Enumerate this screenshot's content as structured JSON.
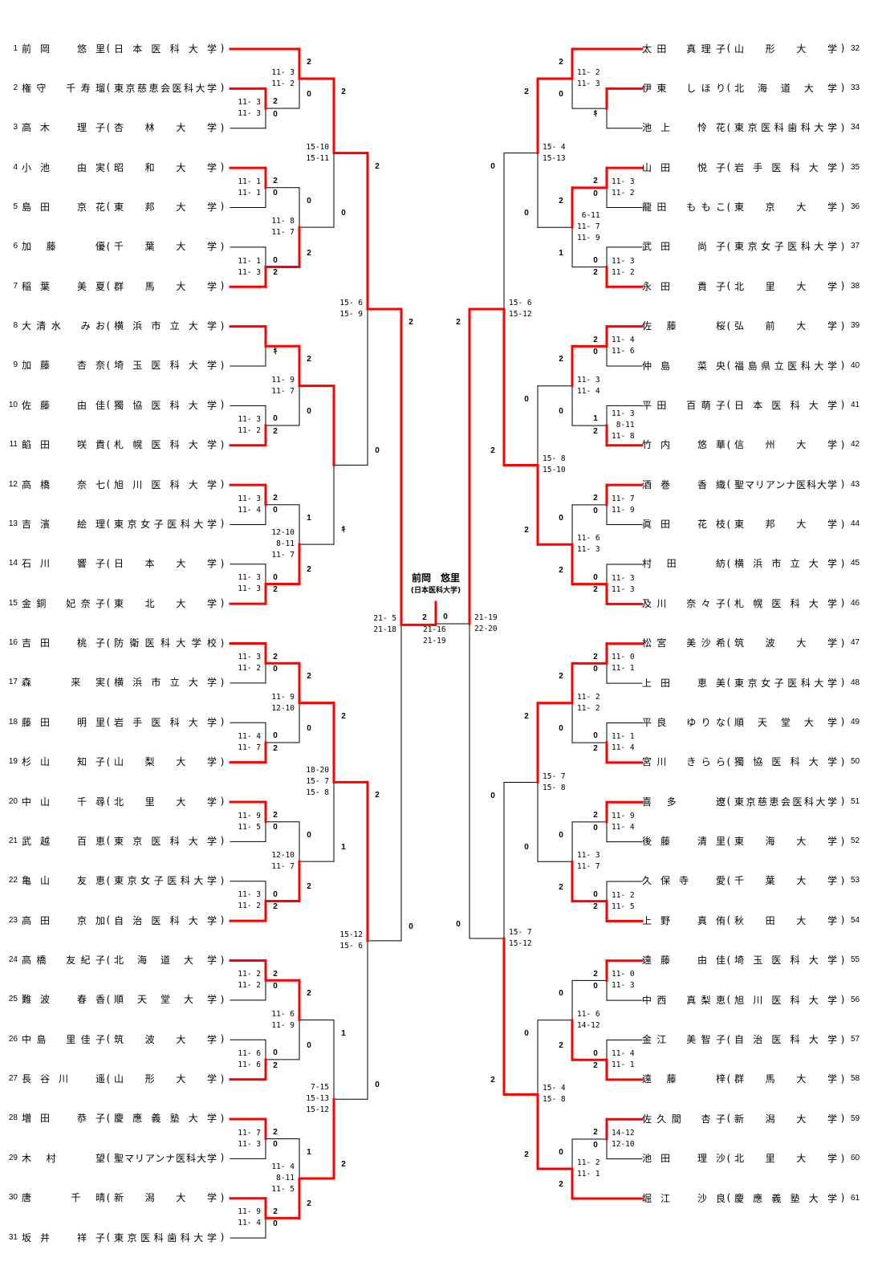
{
  "players": [
    {
      "no": "1",
      "name": "前岡　悠里",
      "univ": "日本医科大学"
    },
    {
      "no": "2",
      "name": "権守　千寿瑠",
      "univ": "東京慈恵会医科大学"
    },
    {
      "no": "3",
      "name": "高木　理子",
      "univ": "杏林大学"
    },
    {
      "no": "4",
      "name": "小池　由実",
      "univ": "昭和大学"
    },
    {
      "no": "5",
      "name": "島田　京花",
      "univ": "東邦大学"
    },
    {
      "no": "6",
      "name": "加藤　優",
      "univ": "千葉大学"
    },
    {
      "no": "7",
      "name": "稲葉　美夏",
      "univ": "群馬大学"
    },
    {
      "no": "8",
      "name": "大清水　みお",
      "univ": "横浜市立大学"
    },
    {
      "no": "9",
      "name": "加藤　杏奈",
      "univ": "埼玉医科大学"
    },
    {
      "no": "10",
      "name": "佐藤　由佳",
      "univ": "獨協医科大学"
    },
    {
      "no": "11",
      "name": "餡田　咲貴",
      "univ": "札幌医科大学"
    },
    {
      "no": "12",
      "name": "高橋　奈七",
      "univ": "旭川医科大学"
    },
    {
      "no": "13",
      "name": "吉濱　絵理",
      "univ": "東京女子医科大学"
    },
    {
      "no": "14",
      "name": "石川　響子",
      "univ": "日本大学"
    },
    {
      "no": "15",
      "name": "金銅　妃奈子",
      "univ": "東北大学"
    },
    {
      "no": "16",
      "name": "吉田　桃子",
      "univ": "防衛医科大学校"
    },
    {
      "no": "17",
      "name": "森　来実",
      "univ": "横浜市立大学"
    },
    {
      "no": "18",
      "name": "藤田　明里",
      "univ": "岩手医科大学"
    },
    {
      "no": "19",
      "name": "杉山　知子",
      "univ": "山梨大学"
    },
    {
      "no": "20",
      "name": "中山　千尋",
      "univ": "北里大学"
    },
    {
      "no": "21",
      "name": "武越　百恵",
      "univ": "東京医科大学"
    },
    {
      "no": "22",
      "name": "亀山　友恵",
      "univ": "東京女子医科大学"
    },
    {
      "no": "23",
      "name": "高田　京加",
      "univ": "自治医科大学"
    },
    {
      "no": "24",
      "name": "高橋　友紀子",
      "univ": "北海道大学"
    },
    {
      "no": "25",
      "name": "難波　春香",
      "univ": "順天堂大学"
    },
    {
      "no": "26",
      "name": "中島　里佳子",
      "univ": "筑波大学"
    },
    {
      "no": "27",
      "name": "長谷川　遥",
      "univ": "山形大学"
    },
    {
      "no": "28",
      "name": "増田　恭子",
      "univ": "慶應義塾大学"
    },
    {
      "no": "29",
      "name": "木村　望",
      "univ": "聖マリアンナ医科大学"
    },
    {
      "no": "30",
      "name": "唐　千晴",
      "univ": "新潟大学"
    },
    {
      "no": "31",
      "name": "坂井　祥子",
      "univ": "東京医科歯科大学"
    },
    {
      "no": "32",
      "name": "太田　真理子",
      "univ": "山形大学"
    },
    {
      "no": "33",
      "name": "伊東　しほり",
      "univ": "北海道大学"
    },
    {
      "no": "34",
      "name": "池上　怜花",
      "univ": "東京医科歯科大学"
    },
    {
      "no": "35",
      "name": "山田　悦子",
      "univ": "岩手医科大学"
    },
    {
      "no": "36",
      "name": "龍田　ももこ",
      "univ": "東京大学"
    },
    {
      "no": "37",
      "name": "武田　尚子",
      "univ": "東京女子医科大学"
    },
    {
      "no": "38",
      "name": "永田　貴子",
      "univ": "北里大学"
    },
    {
      "no": "39",
      "name": "佐藤　桜",
      "univ": "弘前大学"
    },
    {
      "no": "40",
      "name": "仲島　菜央",
      "univ": "福島県立医科大学"
    },
    {
      "no": "41",
      "name": "平田　百萌子",
      "univ": "日本医科大学"
    },
    {
      "no": "42",
      "name": "竹内　悠華",
      "univ": "信州大学"
    },
    {
      "no": "43",
      "name": "酒巻　香織",
      "univ": "聖マリアンナ医科大学"
    },
    {
      "no": "44",
      "name": "眞田　花枝",
      "univ": "東邦大学"
    },
    {
      "no": "45",
      "name": "村田　紡",
      "univ": "横浜市立大学"
    },
    {
      "no": "46",
      "name": "及川　奈々子",
      "univ": "札幌医科大学"
    },
    {
      "no": "47",
      "name": "松宮　美沙希",
      "univ": "筑波大学"
    },
    {
      "no": "48",
      "name": "上田　恵美",
      "univ": "東京女子医科大学"
    },
    {
      "no": "49",
      "name": "平良　ゆりな",
      "univ": "順天堂大学"
    },
    {
      "no": "50",
      "name": "宮川　きらら",
      "univ": "獨協医科大学"
    },
    {
      "no": "51",
      "name": "喜多　遼",
      "univ": "東京慈恵会医科大学"
    },
    {
      "no": "52",
      "name": "後藤　清里",
      "univ": "東海大学"
    },
    {
      "no": "53",
      "name": "久保寺　愛",
      "univ": "千葉大学"
    },
    {
      "no": "54",
      "name": "上野　真侑",
      "univ": "秋田大学"
    },
    {
      "no": "55",
      "name": "遠藤　由佳",
      "univ": "埼玉医科大学"
    },
    {
      "no": "56",
      "name": "中西　真梨恵",
      "univ": "旭川医科大学"
    },
    {
      "no": "57",
      "name": "金江　美智子",
      "univ": "自治医科大学"
    },
    {
      "no": "58",
      "name": "遠藤　梓",
      "univ": "群馬大学"
    },
    {
      "no": "59",
      "name": "佐久間　杏子",
      "univ": "新潟大学"
    },
    {
      "no": "60",
      "name": "池田　理沙",
      "univ": "北里大学"
    },
    {
      "no": "61",
      "name": "堀江　沙良",
      "univ": "慶應義塾大学"
    }
  ],
  "colors": {
    "winner": "#ff0000",
    "loser": "#000000"
  },
  "bracket": {
    "left": {
      "w": "a",
      "sa": "2",
      "sb": "0",
      "sets": [
        "21- 5",
        "21-18"
      ],
      "a": {
        "w": "a",
        "sa": "2",
        "sb": "0",
        "sets": [
          "15- 6",
          "15- 9"
        ],
        "a": {
          "w": "a",
          "sa": "2",
          "sb": "0",
          "sets": [
            "15-10",
            "15-11"
          ],
          "a": {
            "a": 1,
            "b": {
              "a": 2,
              "b": 3,
              "w": "a",
              "sa": "2",
              "sb": "0",
              "sets": [
                "11- 3",
                "11- 3"
              ]
            },
            "w": "a",
            "sa": "2",
            "sb": "0",
            "sets": [
              "11- 3",
              "11- 2"
            ]
          },
          "b": {
            "a": {
              "a": 4,
              "b": 5,
              "w": "a",
              "sa": "2",
              "sb": "0",
              "sets": [
                "11- 1",
                "11- 1"
              ]
            },
            "b": {
              "a": 6,
              "b": 7,
              "w": "b",
              "sa": "0",
              "sb": "2",
              "sets": [
                "11- 1",
                "11- 3"
              ]
            },
            "w": "b",
            "sa": "0",
            "sb": "2",
            "sets": [
              "11- 8",
              "11- 7"
            ]
          }
        },
        "b": {
          "w": "a",
          "sa": "",
          "sb": "ｷ",
          "sets": [],
          "a": {
            "a": {
              "a": 8,
              "b": 9,
              "w": "a",
              "sa": "",
              "sb": "ｷ",
              "sets": []
            },
            "b": {
              "a": 10,
              "b": 11,
              "w": "b",
              "sa": "0",
              "sb": "2",
              "sets": [
                "11- 3",
                "11- 2"
              ]
            },
            "w": "a",
            "sa": "2",
            "sb": "0",
            "sets": [
              "11- 9",
              "11- 7"
            ]
          },
          "b": {
            "a": {
              "a": 12,
              "b": 13,
              "w": "a",
              "sa": "2",
              "sb": "0",
              "sets": [
                "11- 3",
                "11- 4"
              ]
            },
            "b": {
              "a": 14,
              "b": 15,
              "w": "b",
              "sa": "0",
              "sb": "2",
              "sets": [
                "11- 3",
                "11- 3"
              ]
            },
            "w": "b",
            "sa": "1",
            "sb": "2",
            "sets": [
              "12-10",
              " 8-11",
              "11- 7"
            ]
          }
        }
      },
      "b": {
        "w": "a",
        "sa": "2",
        "sb": "0",
        "sets": [
          "15-12",
          "15- 6"
        ],
        "a": {
          "w": "a",
          "sa": "2",
          "sb": "1",
          "sets": [
            "18-20",
            "15- 7",
            "15- 8"
          ],
          "a": {
            "a": {
              "a": 16,
              "b": 17,
              "w": "a",
              "sa": "2",
              "sb": "0",
              "sets": [
                "11- 3",
                "11- 2"
              ]
            },
            "b": {
              "a": 18,
              "b": 19,
              "w": "b",
              "sa": "0",
              "sb": "2",
              "sets": [
                "11- 4",
                "11- 7"
              ]
            },
            "w": "a",
            "sa": "2",
            "sb": "0",
            "sets": [
              "11- 9",
              "12-10"
            ]
          },
          "b": {
            "a": {
              "a": 20,
              "b": 21,
              "w": "a",
              "sa": "2",
              "sb": "0",
              "sets": [
                "11- 9",
                "11- 5"
              ]
            },
            "b": {
              "a": 22,
              "b": 23,
              "w": "b",
              "sa": "0",
              "sb": "2",
              "sets": [
                "11- 3",
                "11- 2"
              ]
            },
            "w": "b",
            "sa": "0",
            "sb": "2",
            "sets": [
              "12-10",
              "11- 7"
            ]
          }
        },
        "b": {
          "w": "b",
          "sa": "1",
          "sb": "2",
          "sets": [
            " 7-15",
            "15-13",
            "15-12"
          ],
          "a": {
            "a": {
              "a": 24,
              "b": 25,
              "w": "a",
              "sa": "2",
              "sb": "0",
              "sets": [
                "11- 2",
                "11- 2"
              ]
            },
            "b": {
              "a": 26,
              "b": 27,
              "w": "b",
              "sa": "0",
              "sb": "2",
              "sets": [
                "11- 6",
                "11- 6"
              ]
            },
            "w": "a",
            "sa": "2",
            "sb": "0",
            "sets": [
              "11- 6",
              "11- 9"
            ]
          },
          "b": {
            "a": {
              "a": 28,
              "b": 29,
              "w": "a",
              "sa": "2",
              "sb": "0",
              "sets": [
                "11- 7",
                "11- 3"
              ]
            },
            "b": {
              "a": 30,
              "b": 31,
              "w": "a",
              "sa": "2",
              "sb": "0",
              "sets": [
                "11- 9",
                "11- 4"
              ]
            },
            "w": "b",
            "sa": "1",
            "sb": "2",
            "sets": [
              "11- 4",
              " 8-11",
              "11- 5"
            ]
          }
        }
      }
    },
    "right": {
      "w": "a",
      "sa": "2",
      "sb": "0",
      "sets": [
        "21-19",
        "22-20"
      ],
      "a": {
        "w": "b",
        "sa": "0",
        "sb": "2",
        "sets": [
          "15- 6",
          "15-12"
        ],
        "a": {
          "w": "a",
          "sa": "2",
          "sb": "0",
          "sets": [
            "15- 4",
            "15-13"
          ],
          "a": {
            "a": 32,
            "b": {
              "a": 33,
              "b": 34,
              "w": "a",
              "sa": "",
              "sb": "ｷ",
              "sets": []
            },
            "w": "a",
            "sa": "2",
            "sb": "0",
            "sets": [
              "11- 2",
              "11- 3"
            ]
          },
          "b": {
            "a": {
              "a": 35,
              "b": 36,
              "w": "a",
              "sa": "2",
              "sb": "0",
              "sets": [
                "11- 3",
                "11- 2"
              ]
            },
            "b": {
              "a": 37,
              "b": 38,
              "w": "b",
              "sa": "0",
              "sb": "2",
              "sets": [
                "11- 3",
                "11- 2"
              ]
            },
            "w": "a",
            "sa": "2",
            "sb": "1",
            "sets": [
              " 6-11",
              "11- 7",
              "11- 9"
            ]
          }
        },
        "b": {
          "w": "b",
          "sa": "0",
          "sb": "2",
          "sets": [
            "15- 8",
            "15-10"
          ],
          "a": {
            "a": {
              "a": 39,
              "b": 40,
              "w": "a",
              "sa": "2",
              "sb": "0",
              "sets": [
                "11- 4",
                "11- 6"
              ]
            },
            "b": {
              "a": 41,
              "b": 42,
              "w": "b",
              "sa": "1",
              "sb": "2",
              "sets": [
                "11- 3",
                " 8-11",
                "11- 8"
              ]
            },
            "w": "a",
            "sa": "2",
            "sb": "0",
            "sets": [
              "11- 3",
              "11- 4"
            ]
          },
          "b": {
            "a": {
              "a": 43,
              "b": 44,
              "w": "a",
              "sa": "2",
              "sb": "0",
              "sets": [
                "11- 7",
                "11- 9"
              ]
            },
            "b": {
              "a": 45,
              "b": 46,
              "w": "b",
              "sa": "0",
              "sb": "2",
              "sets": [
                "11- 3",
                "11- 3"
              ]
            },
            "w": "b",
            "sa": "0",
            "sb": "2",
            "sets": [
              "11- 6",
              "11- 3"
            ]
          }
        }
      },
      "b": {
        "w": "b",
        "sa": "0",
        "sb": "2",
        "sets": [
          "15- 7",
          "15-12"
        ],
        "a": {
          "w": "a",
          "sa": "2",
          "sb": "0",
          "sets": [
            "15- 7",
            "15- 8"
          ],
          "a": {
            "a": {
              "a": 47,
              "b": 48,
              "w": "a",
              "sa": "2",
              "sb": "0",
              "sets": [
                "11- 0",
                "11- 1"
              ]
            },
            "b": {
              "a": 49,
              "b": 50,
              "w": "b",
              "sa": "0",
              "sb": "2",
              "sets": [
                "11- 1",
                "11- 4"
              ]
            },
            "w": "a",
            "sa": "2",
            "sb": "0",
            "sets": [
              "11- 2",
              "11- 2"
            ]
          },
          "b": {
            "a": {
              "a": 51,
              "b": 52,
              "w": "a",
              "sa": "2",
              "sb": "0",
              "sets": [
                "11- 9",
                "11- 4"
              ]
            },
            "b": {
              "a": 53,
              "b": 54,
              "w": "b",
              "sa": "0",
              "sb": "2",
              "sets": [
                "11- 2",
                "11- 5"
              ]
            },
            "w": "b",
            "sa": "0",
            "sb": "2",
            "sets": [
              "11- 3",
              "11- 7"
            ]
          }
        },
        "b": {
          "w": "b",
          "sa": "0",
          "sb": "2",
          "sets": [
            "15- 4",
            "15- 8"
          ],
          "a": {
            "a": {
              "a": 55,
              "b": 56,
              "w": "a",
              "sa": "2",
              "sb": "0",
              "sets": [
                "11- 0",
                "11- 3"
              ]
            },
            "b": {
              "a": 57,
              "b": 58,
              "w": "b",
              "sa": "0",
              "sb": "2",
              "sets": [
                "11- 4",
                "11- 1"
              ]
            },
            "w": "b",
            "sa": "0",
            "sb": "2",
            "sets": [
              "11- 6",
              "14-12"
            ]
          },
          "b": {
            "a": {
              "a": 59,
              "b": 60,
              "w": "a",
              "sa": "2",
              "sb": "0",
              "sets": [
                "14-12",
                "12-10"
              ]
            },
            "b": 61,
            "w": "b",
            "sa": "0",
            "sb": "2",
            "sets": [
              "11- 2",
              "11- 1"
            ]
          }
        }
      }
    },
    "final": {
      "left_score": "2",
      "right_score": "0",
      "sets": [
        "21-16",
        "21-19"
      ],
      "winner": "left",
      "champion_name": "前岡　悠里",
      "champion_univ": "(日本医科大学)"
    }
  }
}
